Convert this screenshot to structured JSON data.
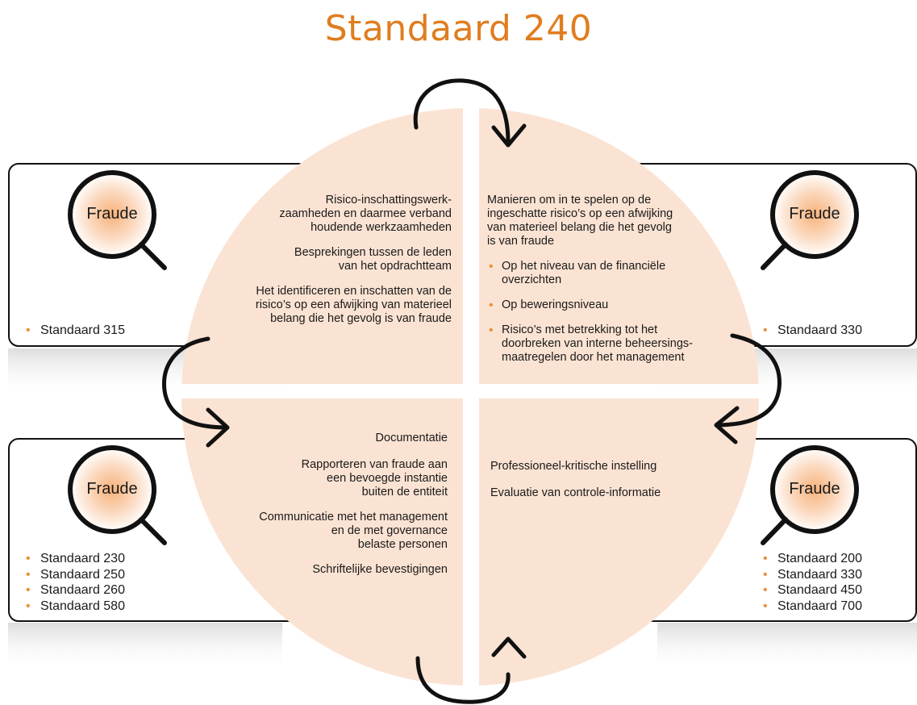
{
  "title": "Standaard 240",
  "magnifier_label": "Fraude",
  "colors": {
    "accent": "#e07d1f",
    "quadrant_fill": "#fbe3d3"
  },
  "quadrants": {
    "top_left": [
      "Risico-inschattingswerk-\nzaamheden en daarmee verband\nhoudende werkzaamheden",
      "Besprekingen tussen de leden\nvan het opdrachtteam",
      "Het identificeren en inschatten van de\nrisico’s op een afwijking van materieel\nbelang die het gevolg is van fraude"
    ],
    "top_right": {
      "intro": "Manieren om in te spelen op de\ningeschatte risico’s op een afwijking\nvan materieel belang die het gevolg\nis van fraude",
      "bullets": [
        "Op het niveau van de financiële\noverzichten",
        "Op beweringsniveau",
        "Risico’s met betrekking tot het\ndoorbreken van interne beheersings-\nmaatregelen door het management"
      ]
    },
    "bottom_left": [
      "Documentatie",
      "Rapporteren van fraude aan\neen bevoegde instantie\nbuiten de entiteit",
      "Communicatie met het management\nen de met governance\nbelaste personen",
      "Schriftelijke bevestigingen"
    ],
    "bottom_right": [
      "Professioneel-kritische instelling",
      "Evaluatie van controle-informatie"
    ]
  },
  "standards": {
    "top_left": [
      "Standaard 315"
    ],
    "top_right": [
      "Standaard 330"
    ],
    "bottom_left": [
      "Standaard 230",
      "Standaard 250",
      "Standaard 260",
      "Standaard 580"
    ],
    "bottom_right": [
      "Standaard 200",
      "Standaard 330",
      "Standaard 450",
      "Standaard 700"
    ]
  }
}
